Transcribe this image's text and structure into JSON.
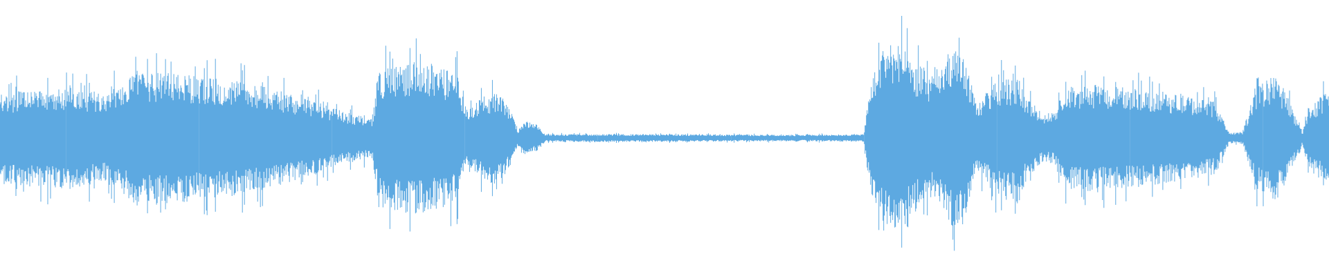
{
  "waveform": {
    "color": "#5DA9E1",
    "background": "#FFFFFF",
    "sample_count": 1920,
    "amplitude_envelope": [
      [
        0.0,
        0.34
      ],
      [
        0.02,
        0.38
      ],
      [
        0.05,
        0.4
      ],
      [
        0.08,
        0.35
      ],
      [
        0.1,
        0.5
      ],
      [
        0.13,
        0.52
      ],
      [
        0.15,
        0.48
      ],
      [
        0.18,
        0.45
      ],
      [
        0.2,
        0.4
      ],
      [
        0.22,
        0.34
      ],
      [
        0.24,
        0.28
      ],
      [
        0.26,
        0.2
      ],
      [
        0.28,
        0.16
      ],
      [
        0.285,
        0.55
      ],
      [
        0.31,
        0.6
      ],
      [
        0.33,
        0.56
      ],
      [
        0.345,
        0.5
      ],
      [
        0.35,
        0.25
      ],
      [
        0.365,
        0.33
      ],
      [
        0.375,
        0.38
      ],
      [
        0.385,
        0.2
      ],
      [
        0.39,
        0.06
      ],
      [
        0.395,
        0.14
      ],
      [
        0.405,
        0.1
      ],
      [
        0.41,
        0.03
      ],
      [
        0.5,
        0.03
      ],
      [
        0.6,
        0.025
      ],
      [
        0.65,
        0.03
      ],
      [
        0.655,
        0.45
      ],
      [
        0.665,
        0.72
      ],
      [
        0.675,
        0.8
      ],
      [
        0.685,
        0.6
      ],
      [
        0.695,
        0.55
      ],
      [
        0.705,
        0.45
      ],
      [
        0.715,
        0.7
      ],
      [
        0.725,
        0.68
      ],
      [
        0.735,
        0.25
      ],
      [
        0.745,
        0.4
      ],
      [
        0.755,
        0.48
      ],
      [
        0.765,
        0.44
      ],
      [
        0.775,
        0.3
      ],
      [
        0.785,
        0.18
      ],
      [
        0.795,
        0.22
      ],
      [
        0.8,
        0.38
      ],
      [
        0.82,
        0.42
      ],
      [
        0.84,
        0.4
      ],
      [
        0.86,
        0.38
      ],
      [
        0.88,
        0.35
      ],
      [
        0.9,
        0.32
      ],
      [
        0.915,
        0.28
      ],
      [
        0.925,
        0.04
      ],
      [
        0.935,
        0.05
      ],
      [
        0.945,
        0.4
      ],
      [
        0.96,
        0.5
      ],
      [
        0.97,
        0.3
      ],
      [
        0.98,
        0.05
      ],
      [
        0.985,
        0.25
      ],
      [
        1.0,
        0.38
      ]
    ]
  }
}
